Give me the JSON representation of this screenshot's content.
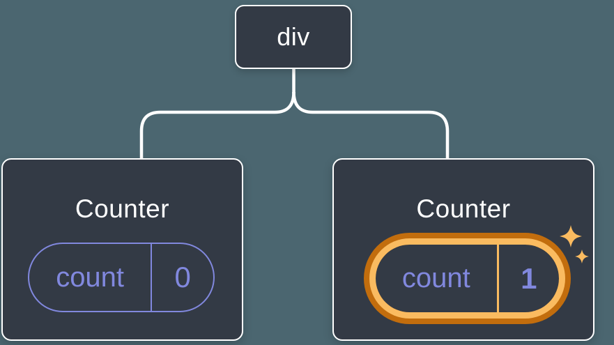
{
  "colors": {
    "background": "#4B6670",
    "node_background": "#333A45",
    "node_border": "#FFFFFF",
    "connector_line": "#FFFFFF",
    "state_accent_purple": "#8188DE",
    "highlight_orange_dark": "#C26D0D",
    "highlight_orange_light": "#FABB60"
  },
  "tree": {
    "root": {
      "label": "div"
    },
    "children": [
      {
        "title": "Counter",
        "state": {
          "key": "count",
          "value": "0"
        },
        "highlighted": false
      },
      {
        "title": "Counter",
        "state": {
          "key": "count",
          "value": "1"
        },
        "highlighted": true
      }
    ]
  },
  "icons": {
    "highlight": "sparkles-icon"
  }
}
